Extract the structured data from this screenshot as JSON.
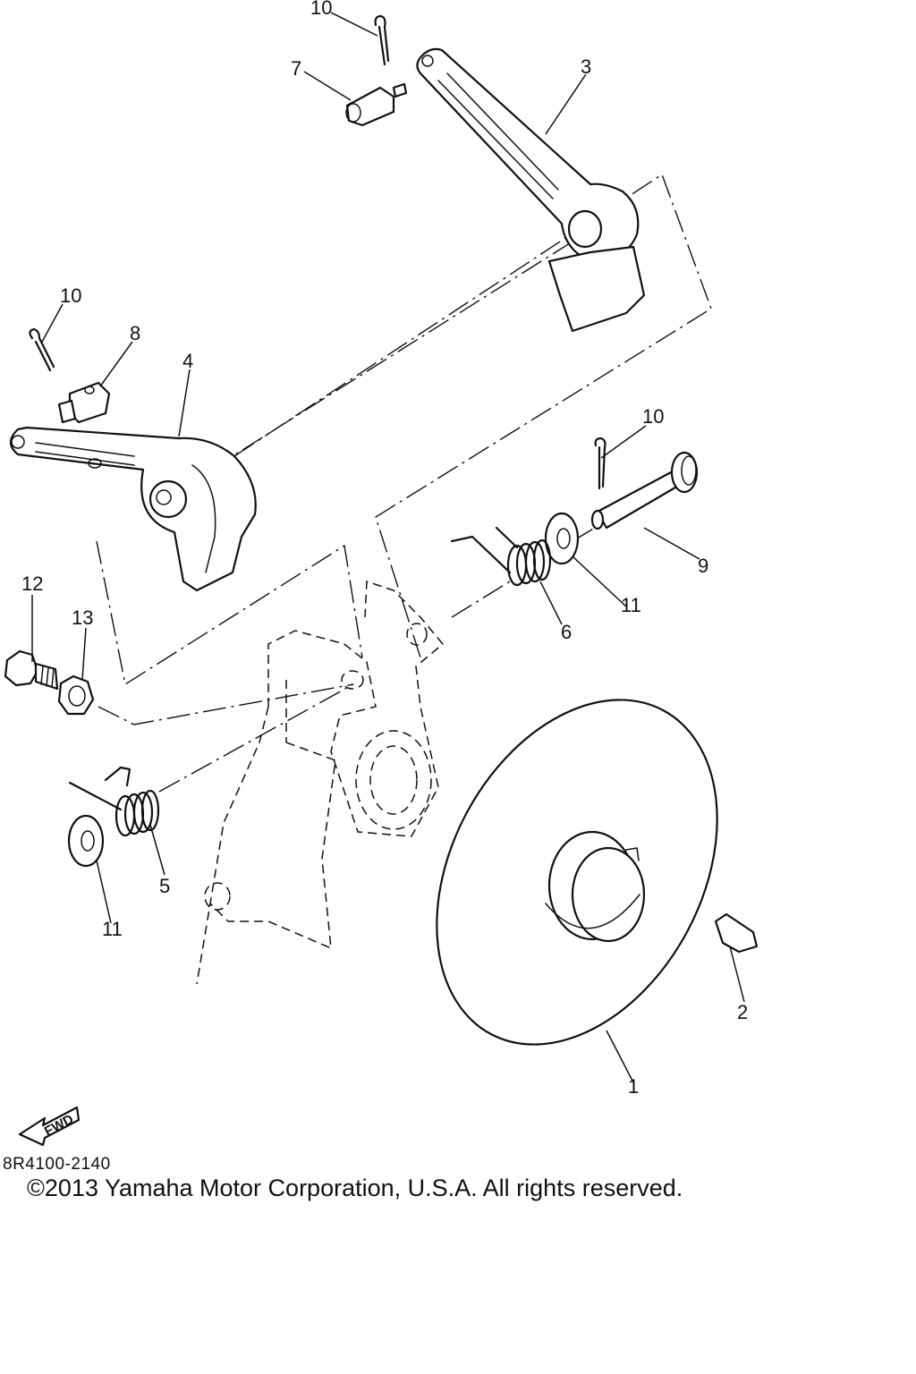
{
  "callouts": {
    "c1": "1",
    "c2": "2",
    "c3": "3",
    "c4": "4",
    "c5": "5",
    "c6": "6",
    "c7": "7",
    "c8": "8",
    "c9": "9",
    "c10a": "10",
    "c10b": "10",
    "c10c": "10",
    "c11a": "11",
    "c11b": "11",
    "c12": "12",
    "c13": "13"
  },
  "fwd_label": "FWD",
  "part_code": "8R4100-2140",
  "copyright": "©2013 Yamaha Motor Corporation, U.S.A. All rights reserved."
}
